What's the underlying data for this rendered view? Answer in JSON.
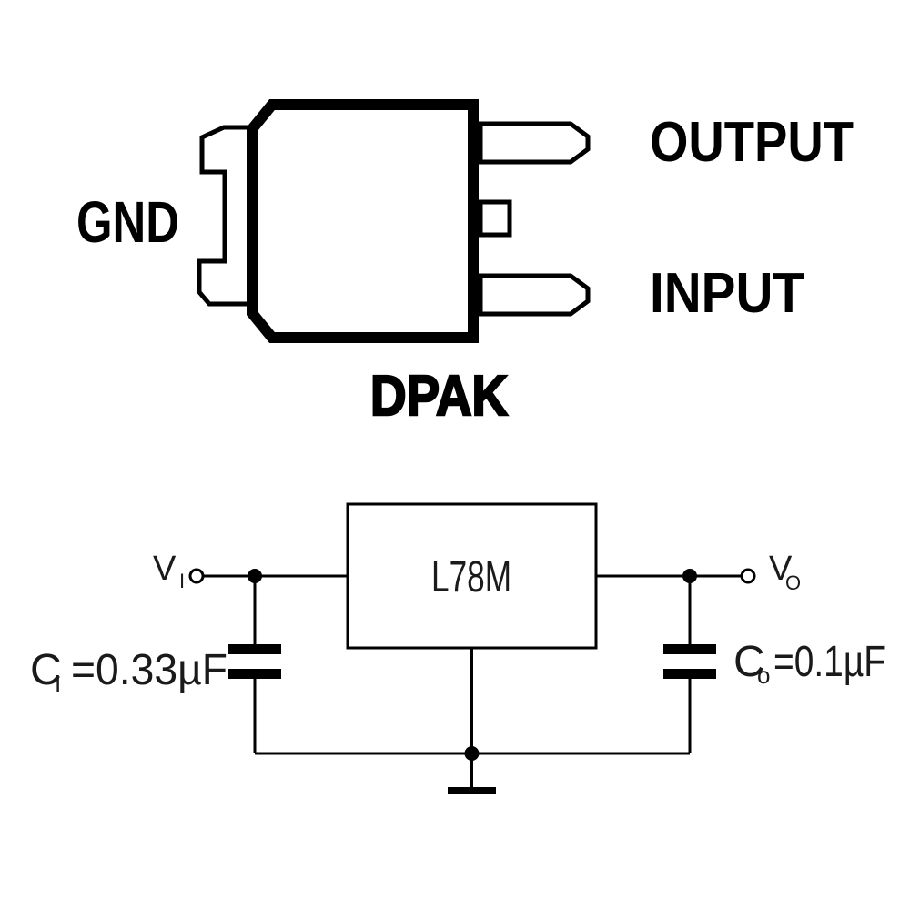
{
  "figure": {
    "description": "voltage-regulator package pinout and application circuit",
    "colors": {
      "ink": "#000000",
      "background": "#ffffff"
    }
  },
  "package_diagram": {
    "package_name": "DPAK",
    "labels": {
      "tab": "GND",
      "pin_top": "OUTPUT",
      "pin_bottom": "INPUT"
    }
  },
  "application_circuit": {
    "ic": "L78M",
    "input_terminal": {
      "base": "V",
      "sub": "I"
    },
    "output_terminal": {
      "base": "V",
      "sub": "O"
    },
    "input_cap": {
      "base": "C",
      "sub": "I",
      "value": "=0.33µF"
    },
    "output_cap": {
      "base": "C",
      "sub": "o",
      "value": "=0.1µF"
    }
  }
}
